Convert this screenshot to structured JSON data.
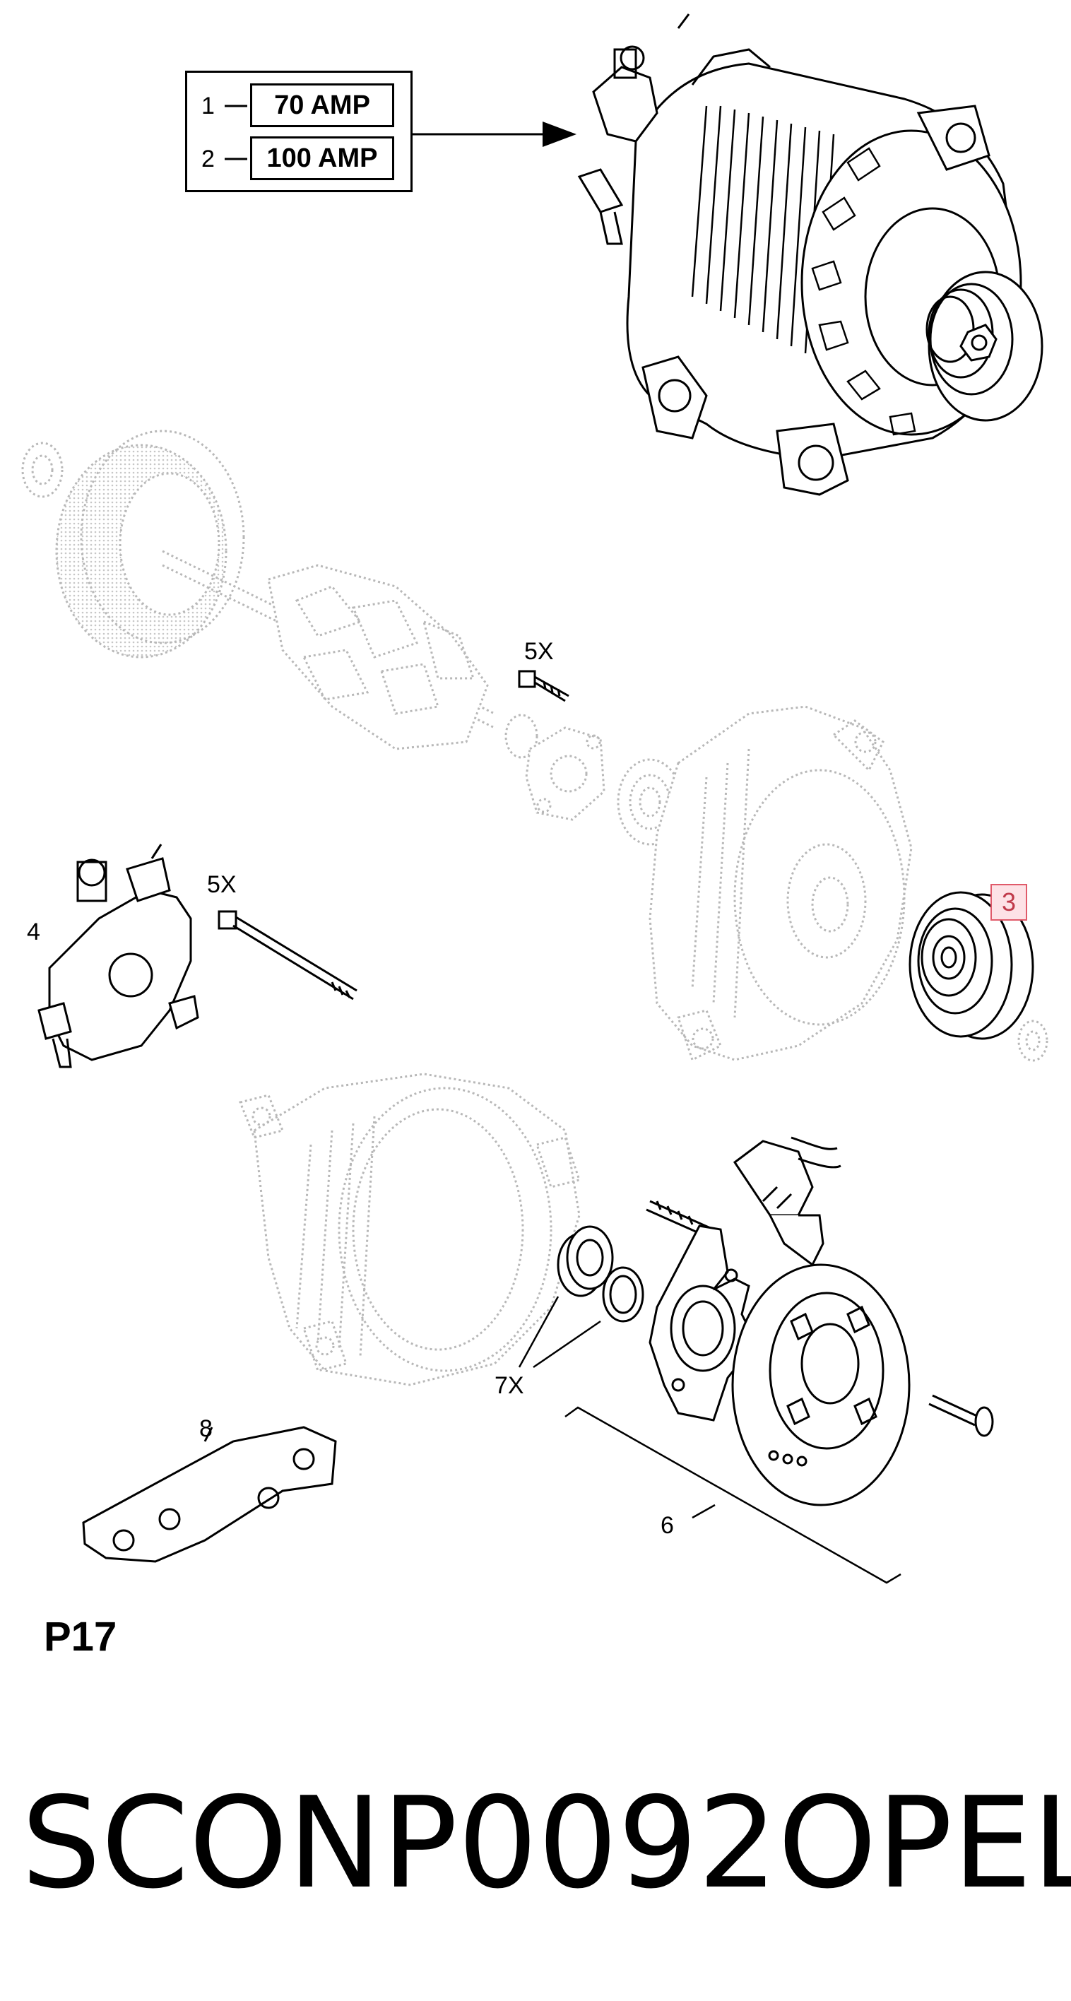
{
  "callouts": {
    "item1_num": "1",
    "item1_text": "70 AMP",
    "item2_num": "2",
    "item2_text": "100 AMP",
    "label_3": "3",
    "label_4": "4",
    "label_5x_top": "5X",
    "label_5x_left": "5X",
    "label_6": "6",
    "label_7x": "7X",
    "label_8": "8"
  },
  "page_code": "P17",
  "footer": {
    "part_code": "SCONP0092",
    "brand": "OPEL"
  },
  "colors": {
    "line": "#000000",
    "ghost": "#b8b8b8",
    "highlight_border": "#e05a6a",
    "highlight_fill": "#fde2e6"
  }
}
